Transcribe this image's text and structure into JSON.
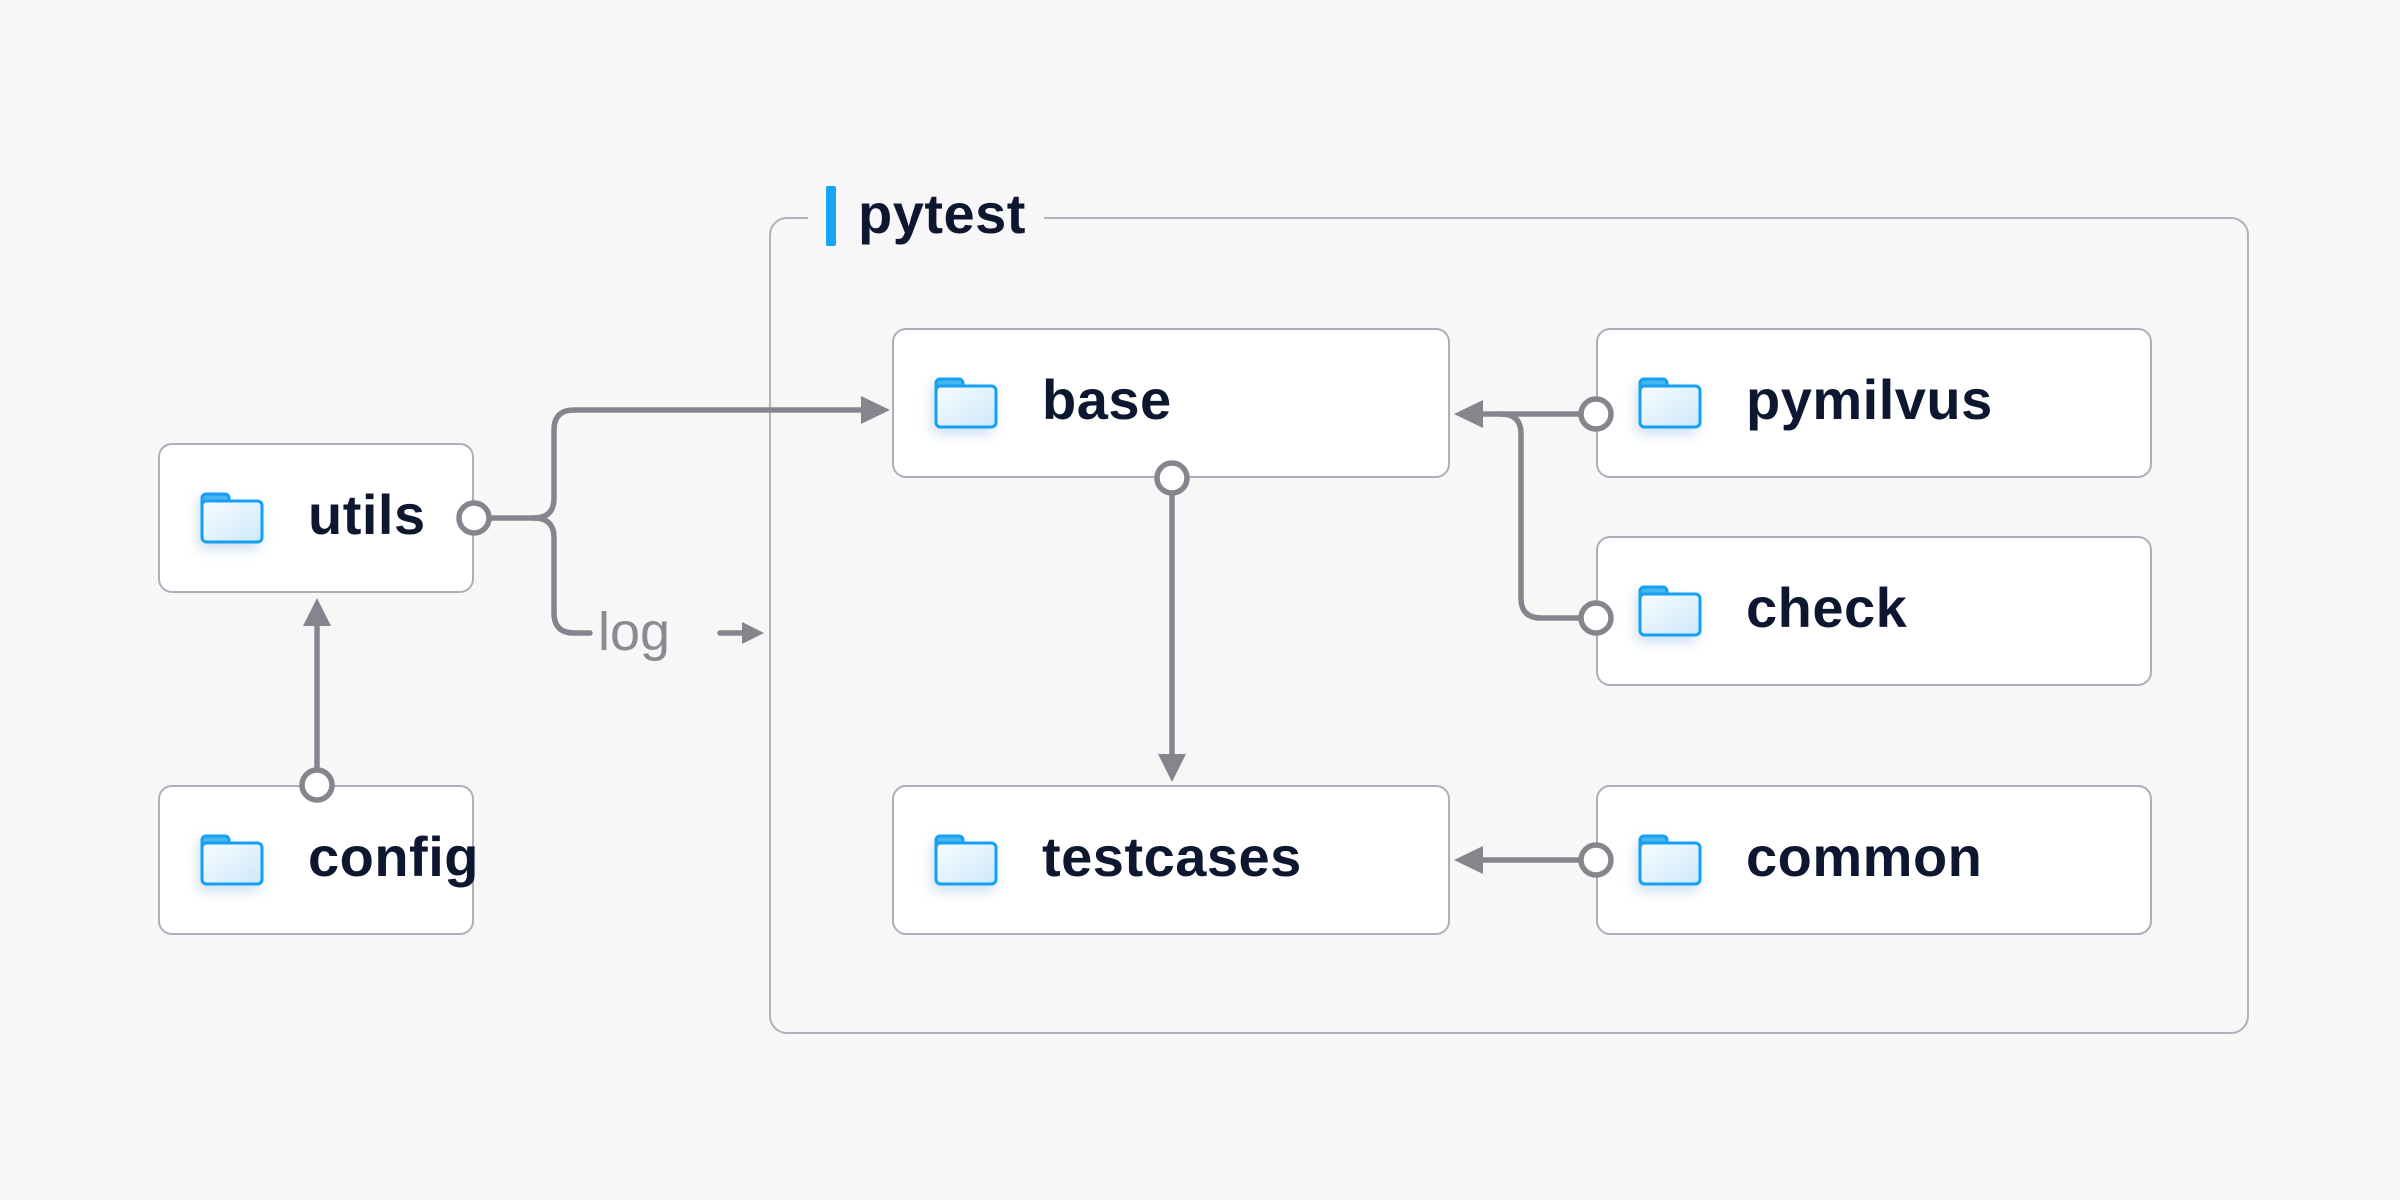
{
  "diagram": {
    "group": {
      "label": "pytest"
    },
    "nodes": {
      "utils": {
        "label": "utils",
        "icon": "folder"
      },
      "config": {
        "label": "config",
        "icon": "folder"
      },
      "base": {
        "label": "base",
        "icon": "folder"
      },
      "pymilvus": {
        "label": "pymilvus",
        "icon": "folder"
      },
      "check": {
        "label": "check",
        "icon": "folder"
      },
      "testcases": {
        "label": "testcases",
        "icon": "folder"
      },
      "common": {
        "label": "common",
        "icon": "folder"
      }
    },
    "edges": [
      {
        "from": "config",
        "to": "utils"
      },
      {
        "from": "utils",
        "to": "base"
      },
      {
        "from": "utils",
        "to": "pytest",
        "label": "log"
      },
      {
        "from": "base",
        "to": "testcases"
      },
      {
        "from": "pymilvus",
        "to": "base"
      },
      {
        "from": "check",
        "to": "base"
      },
      {
        "from": "common",
        "to": "testcases"
      }
    ],
    "colors": {
      "background": "#f7f7f8",
      "node_fill": "#ffffff",
      "node_border": "#aeaeba",
      "group_border": "#b1b0bd",
      "arrow": "#85858e",
      "label_text": "#0d1830",
      "edge_label_text": "#8a8a93",
      "accent_bar": "#18a5f6",
      "folder_stroke": "#16a0f3",
      "folder_tab": "#45b6f0",
      "folder_fill_light": "#f8fcff",
      "folder_fill_dark": "#cde8fa"
    }
  }
}
